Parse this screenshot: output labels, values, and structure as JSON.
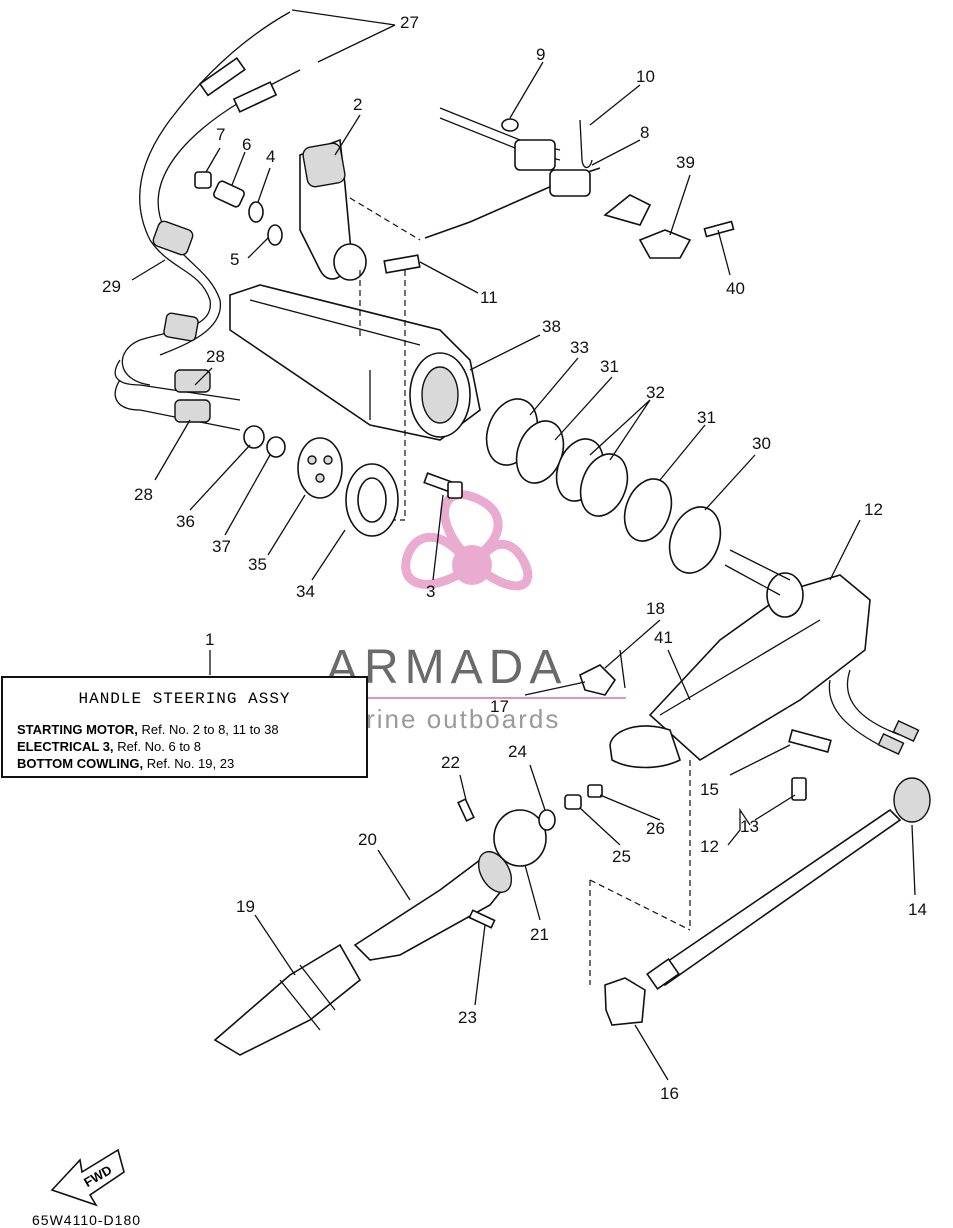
{
  "callouts": [
    "1",
    "2",
    "3",
    "4",
    "5",
    "6",
    "7",
    "8",
    "9",
    "10",
    "11",
    "12",
    "12",
    "13",
    "14",
    "15",
    "16",
    "17",
    "18",
    "19",
    "20",
    "21",
    "22",
    "23",
    "24",
    "25",
    "26",
    "27",
    "28",
    "28",
    "29",
    "30",
    "31",
    "31",
    "32",
    "33",
    "34",
    "35",
    "36",
    "37",
    "38",
    "39",
    "40",
    "41"
  ],
  "reference_box": {
    "title": "HANDLE STEERING ASSY",
    "rows": [
      {
        "label": "STARTING MOTOR,",
        "value": "Ref. No. 2 to 8, 11 to 38"
      },
      {
        "label": "ELECTRICAL 3,",
        "value": "Ref. No. 6 to 8"
      },
      {
        "label": "BOTTOM COWLING,",
        "value": "Ref. No. 19, 23"
      }
    ]
  },
  "watermark": {
    "brand": "ARMADA",
    "tagline": "marine outboards",
    "color": "#e38fc2"
  },
  "fwd_label": "FWD",
  "figure_code": "65W4110-D180"
}
